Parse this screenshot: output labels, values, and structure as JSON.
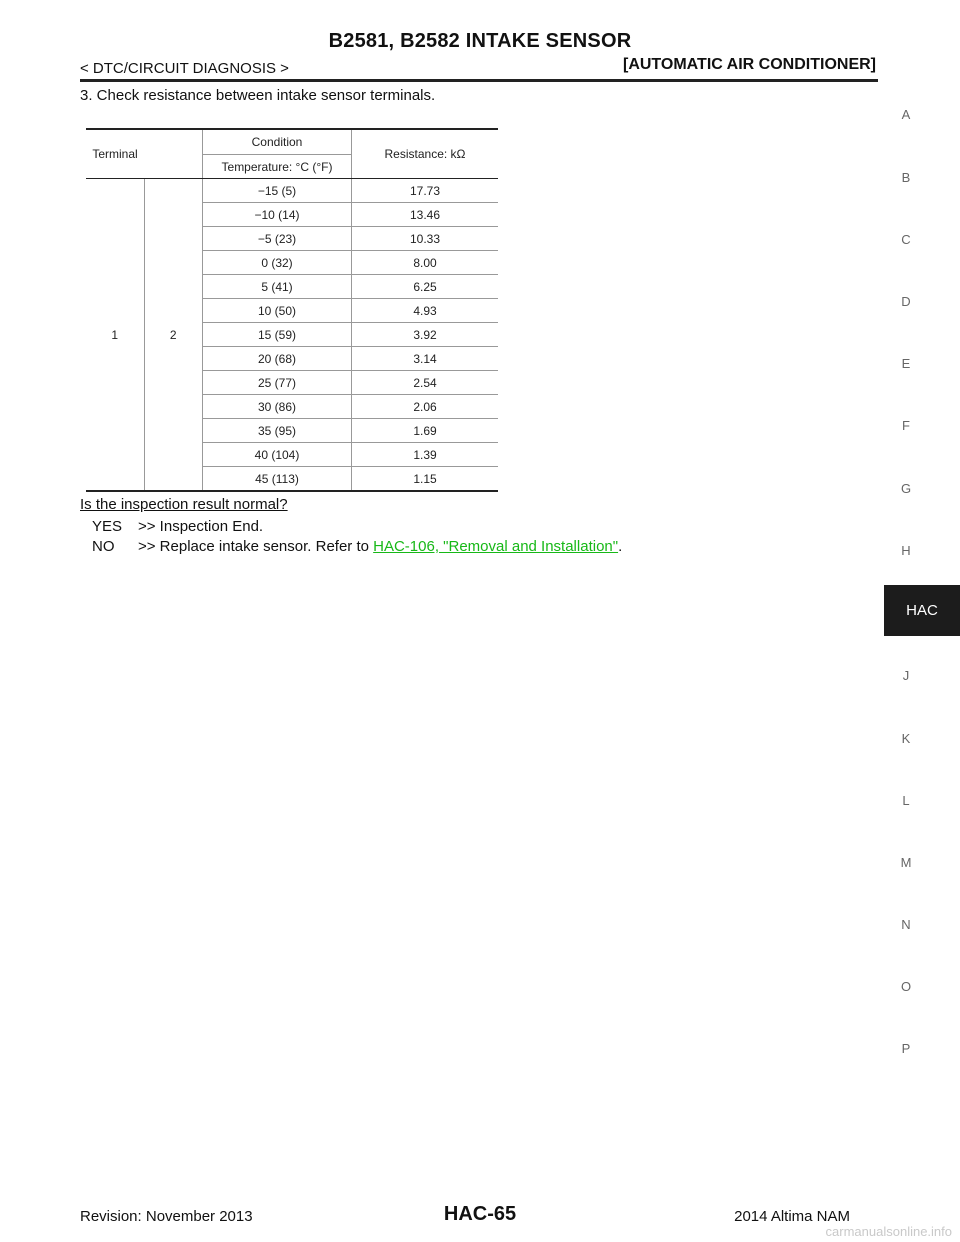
{
  "header": {
    "title": "B2581, B2582 INTAKE SENSOR",
    "section": "< DTC/CIRCUIT DIAGNOSIS >",
    "system": "[AUTOMATIC AIR CONDITIONER]"
  },
  "step": "3.   Check resistance between intake sensor terminals.",
  "table": {
    "col_terminal": "Terminal",
    "col_condition": "Condition",
    "col_temperature": "Temperature: °C (°F)",
    "col_resistance": "Resistance: kΩ",
    "terminal_a": "1",
    "terminal_b": "2",
    "rows": [
      {
        "temp": "−15 (5)",
        "res": "17.73"
      },
      {
        "temp": "−10 (14)",
        "res": "13.46"
      },
      {
        "temp": "−5 (23)",
        "res": "10.33"
      },
      {
        "temp": "0 (32)",
        "res": "8.00"
      },
      {
        "temp": "5 (41)",
        "res": "6.25"
      },
      {
        "temp": "10 (50)",
        "res": "4.93"
      },
      {
        "temp": "15 (59)",
        "res": "3.92"
      },
      {
        "temp": "20 (68)",
        "res": "3.14"
      },
      {
        "temp": "25 (77)",
        "res": "2.54"
      },
      {
        "temp": "30 (86)",
        "res": "2.06"
      },
      {
        "temp": "35 (95)",
        "res": "1.69"
      },
      {
        "temp": "40 (104)",
        "res": "1.39"
      },
      {
        "temp": "45 (113)",
        "res": "1.15"
      }
    ]
  },
  "question": "Is the inspection result normal?",
  "answers": {
    "yes_key": "YES",
    "yes_text": ">> Inspection End.",
    "no_key": "NO",
    "no_text": ">> Replace intake sensor. Refer to ",
    "no_link": "HAC-106, \"Removal and Installation\"",
    "no_end": "."
  },
  "side_index": [
    "A",
    "B",
    "C",
    "D",
    "E",
    "F",
    "G",
    "H",
    "J",
    "K",
    "L",
    "M",
    "N",
    "O",
    "P"
  ],
  "active_tab": "HAC",
  "footer": {
    "revision": "Revision: November 2013",
    "page": "HAC-65",
    "model": "2014 Altima NAM",
    "watermark": "carmanualsonline.info"
  }
}
